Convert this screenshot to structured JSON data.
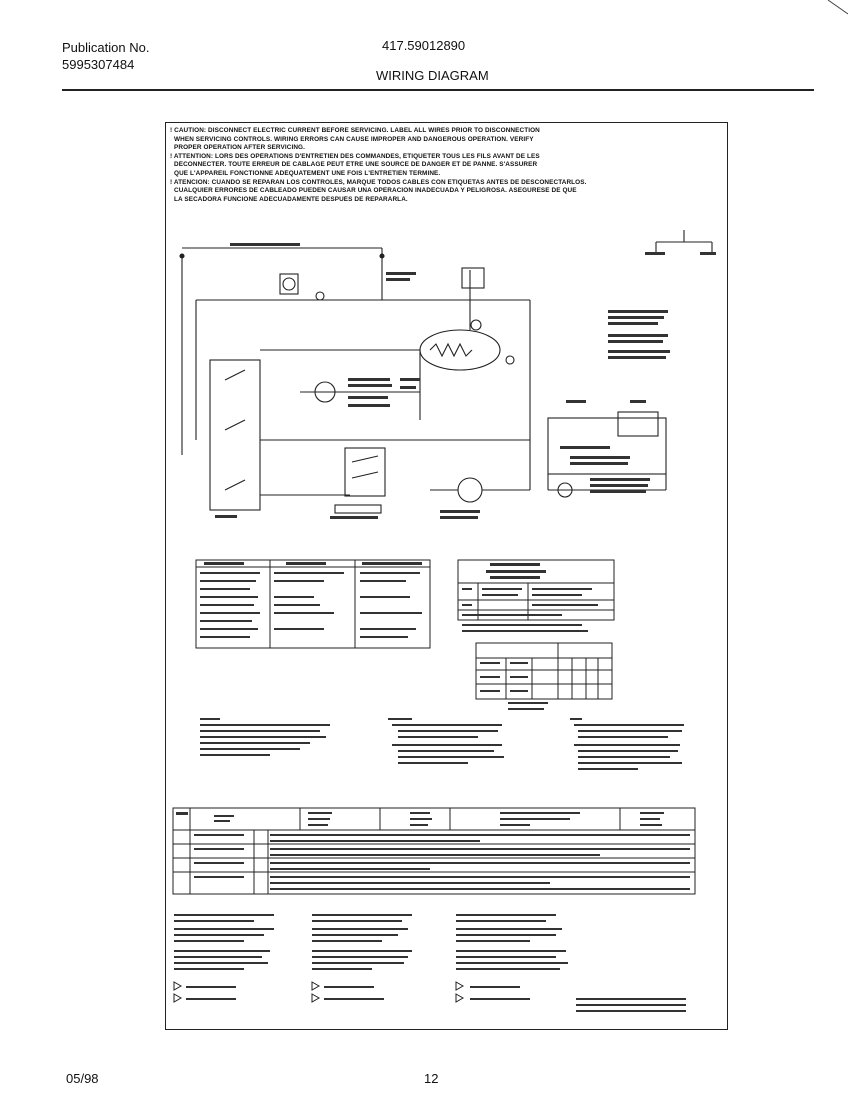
{
  "header": {
    "publication_label": "Publication No.",
    "publication_number": "5995307484",
    "model_number": "417.59012890",
    "title": "WIRING DIAGRAM"
  },
  "caution": {
    "lines": [
      "! CAUTION: DISCONNECT ELECTRIC CURRENT BEFORE SERVICING. LABEL ALL WIRES PRIOR TO DISCONNECTION",
      "WHEN SERVICING CONTROLS. WIRING ERRORS CAN CAUSE IMPROPER AND DANGEROUS OPERATION. VERIFY",
      "PROPER OPERATION AFTER SERVICING.",
      "! ATTENTION: LORS DES OPÉRATIONS D'ENTRETIEN DES COMMANDES, ÉTIQUETER TOUS LES FILS AVANT DE LES",
      "DÉCONNECTER. TOUTE ERREUR DE CÂBLAGE PEUT ÊTRE UNE SOURCE DE DANGER ET DE PANNE. S'ASSURER",
      "QUE L'APPAREIL FONCTIONNE ADÉQUATEMENT UNE FOIS L'ENTRETIEN TERMINÉ.",
      "! ATENCIÓN: CUANDO SE REPARAN LOS CONTROLES, MARQUE TODOS CABLES CON ETIQUETAS ANTES DE DESCONECTARLOS.",
      "CUALQUIER ERRORES DE CABLEADO PUEDEN CAUSAR UNA OPERACIÓN INADECUADA Y PELIGROSA. ASEGURESE DE QUE",
      "LA SECADORA FUNCIONE ADECUADAMENTE DESPUÉS DE REPARARLA."
    ]
  },
  "footer": {
    "date": "05/98",
    "page_number": "12"
  }
}
